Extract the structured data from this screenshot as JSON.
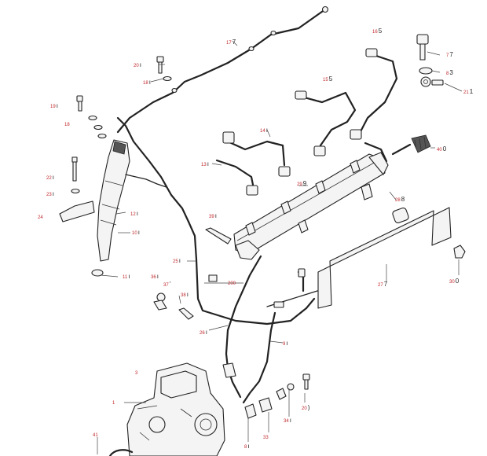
{
  "callouts": [
    {
      "id": "c17",
      "num": "17",
      "suffix": "7"
    },
    {
      "id": "c16",
      "num": "16",
      "suffix": "5"
    },
    {
      "id": "c7",
      "num": "7",
      "suffix": "7"
    },
    {
      "id": "c20a",
      "num": "20",
      "suffix": "ı"
    },
    {
      "id": "c18a",
      "num": "18",
      "suffix": "ı"
    },
    {
      "id": "c8",
      "num": "8",
      "suffix": "3"
    },
    {
      "id": "c15",
      "num": "15",
      "suffix": "5"
    },
    {
      "id": "c21",
      "num": "21",
      "suffix": "1"
    },
    {
      "id": "c19",
      "num": "19",
      "suffix": "ı"
    },
    {
      "id": "c18b",
      "num": "18",
      "suffix": ""
    },
    {
      "id": "c14",
      "num": "14",
      "suffix": "ı"
    },
    {
      "id": "c40",
      "num": "40",
      "suffix": "0"
    },
    {
      "id": "c13",
      "num": "13",
      "suffix": "ı"
    },
    {
      "id": "c22",
      "num": "22",
      "suffix": "ı"
    },
    {
      "id": "c29",
      "num": "29",
      "suffix": "9"
    },
    {
      "id": "c23",
      "num": "23",
      "suffix": "ı"
    },
    {
      "id": "c28",
      "num": "28",
      "suffix": "8"
    },
    {
      "id": "c24",
      "num": "24",
      "suffix": ""
    },
    {
      "id": "c12",
      "num": "12",
      "suffix": "ı"
    },
    {
      "id": "c39",
      "num": "39",
      "suffix": "ı"
    },
    {
      "id": "c10",
      "num": "10",
      "suffix": "ı"
    },
    {
      "id": "c25",
      "num": "25",
      "suffix": "ı"
    },
    {
      "id": "c11",
      "num": "11",
      "suffix": "ı"
    },
    {
      "id": "c36",
      "num": "36",
      "suffix": "ı"
    },
    {
      "id": "c200",
      "num": "200",
      "suffix": ""
    },
    {
      "id": "c27",
      "num": "27",
      "suffix": "7"
    },
    {
      "id": "c30",
      "num": "30",
      "suffix": "0"
    },
    {
      "id": "c37",
      "num": "37",
      "suffix": "'"
    },
    {
      "id": "c38",
      "num": "38",
      "suffix": "ı"
    },
    {
      "id": "c26",
      "num": "26",
      "suffix": "ı"
    },
    {
      "id": "c9",
      "num": "9",
      "suffix": "ı"
    },
    {
      "id": "c3",
      "num": "3",
      "suffix": ""
    },
    {
      "id": "c1",
      "num": "1",
      "suffix": ""
    },
    {
      "id": "c20b",
      "num": "20",
      "suffix": ")"
    },
    {
      "id": "c34",
      "num": "34",
      "suffix": "ı"
    },
    {
      "id": "c33",
      "num": "33",
      "suffix": ""
    },
    {
      "id": "c41",
      "num": "41",
      "suffix": ""
    },
    {
      "id": "c8b",
      "num": "8",
      "suffix": "ı"
    }
  ]
}
